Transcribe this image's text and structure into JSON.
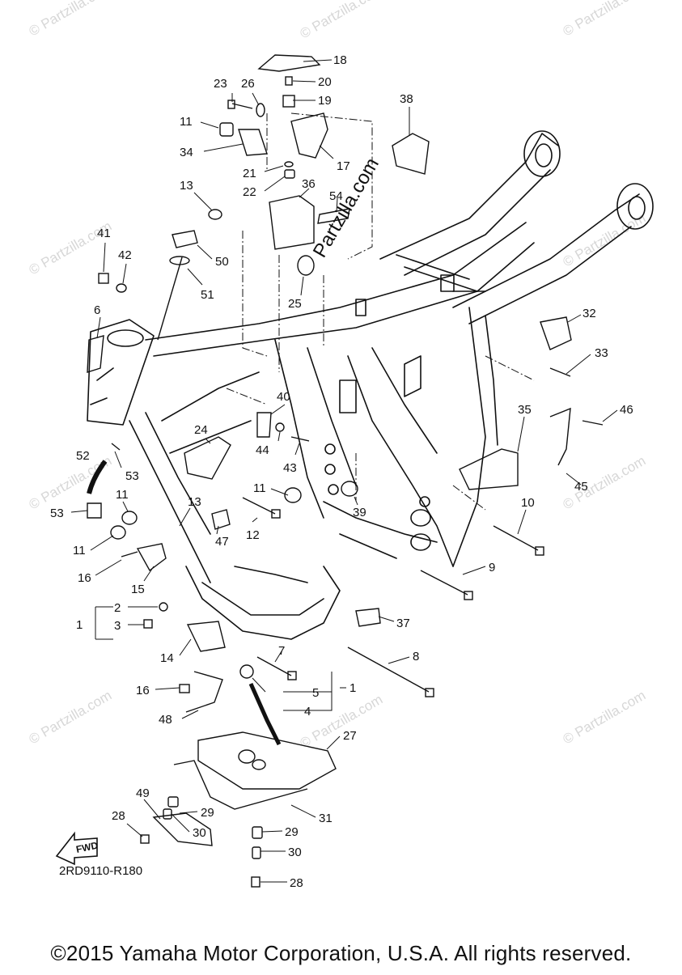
{
  "watermark": "© Partzilla.com",
  "watermark_center": "Partzilla.com",
  "fwd_label": "FWD",
  "diagram_code": "2RD9110-R180",
  "copyright": "©2015 Yamaha Motor Corporation, U.S.A. All rights reserved.",
  "callouts": [
    {
      "id": "18",
      "text": "18"
    },
    {
      "id": "20",
      "text": "20"
    },
    {
      "id": "19",
      "text": "19"
    },
    {
      "id": "23",
      "text": "23"
    },
    {
      "id": "26",
      "text": "26"
    },
    {
      "id": "11a",
      "text": "11"
    },
    {
      "id": "34",
      "text": "34"
    },
    {
      "id": "17",
      "text": "17"
    },
    {
      "id": "21",
      "text": "21"
    },
    {
      "id": "22",
      "text": "22"
    },
    {
      "id": "38",
      "text": "38"
    },
    {
      "id": "13a",
      "text": "13"
    },
    {
      "id": "36",
      "text": "36"
    },
    {
      "id": "54",
      "text": "54"
    },
    {
      "id": "41",
      "text": "41"
    },
    {
      "id": "42",
      "text": "42"
    },
    {
      "id": "50",
      "text": "50"
    },
    {
      "id": "51",
      "text": "51"
    },
    {
      "id": "25",
      "text": "25"
    },
    {
      "id": "6",
      "text": "6"
    },
    {
      "id": "32",
      "text": "32"
    },
    {
      "id": "33",
      "text": "33"
    },
    {
      "id": "40",
      "text": "40"
    },
    {
      "id": "24",
      "text": "24"
    },
    {
      "id": "44",
      "text": "44"
    },
    {
      "id": "43",
      "text": "43"
    },
    {
      "id": "35",
      "text": "35"
    },
    {
      "id": "46",
      "text": "46"
    },
    {
      "id": "52",
      "text": "52"
    },
    {
      "id": "53a",
      "text": "53"
    },
    {
      "id": "45",
      "text": "45"
    },
    {
      "id": "11b",
      "text": "11"
    },
    {
      "id": "13b",
      "text": "13"
    },
    {
      "id": "11c",
      "text": "11"
    },
    {
      "id": "53b",
      "text": "53"
    },
    {
      "id": "39",
      "text": "39"
    },
    {
      "id": "10",
      "text": "10"
    },
    {
      "id": "12",
      "text": "12"
    },
    {
      "id": "47",
      "text": "47"
    },
    {
      "id": "11d",
      "text": "11"
    },
    {
      "id": "16a",
      "text": "16"
    },
    {
      "id": "15",
      "text": "15"
    },
    {
      "id": "9",
      "text": "9"
    },
    {
      "id": "2",
      "text": "2"
    },
    {
      "id": "1a",
      "text": "1"
    },
    {
      "id": "3",
      "text": "3"
    },
    {
      "id": "37",
      "text": "37"
    },
    {
      "id": "14",
      "text": "14"
    },
    {
      "id": "7",
      "text": "7"
    },
    {
      "id": "8",
      "text": "8"
    },
    {
      "id": "16b",
      "text": "16"
    },
    {
      "id": "5",
      "text": "5"
    },
    {
      "id": "1b",
      "text": "1"
    },
    {
      "id": "4",
      "text": "4"
    },
    {
      "id": "48",
      "text": "48"
    },
    {
      "id": "27",
      "text": "27"
    },
    {
      "id": "49",
      "text": "49"
    },
    {
      "id": "29a",
      "text": "29"
    },
    {
      "id": "31",
      "text": "31"
    },
    {
      "id": "28a",
      "text": "28"
    },
    {
      "id": "30a",
      "text": "30"
    },
    {
      "id": "29b",
      "text": "29"
    },
    {
      "id": "30b",
      "text": "30"
    },
    {
      "id": "28b",
      "text": "28"
    }
  ]
}
